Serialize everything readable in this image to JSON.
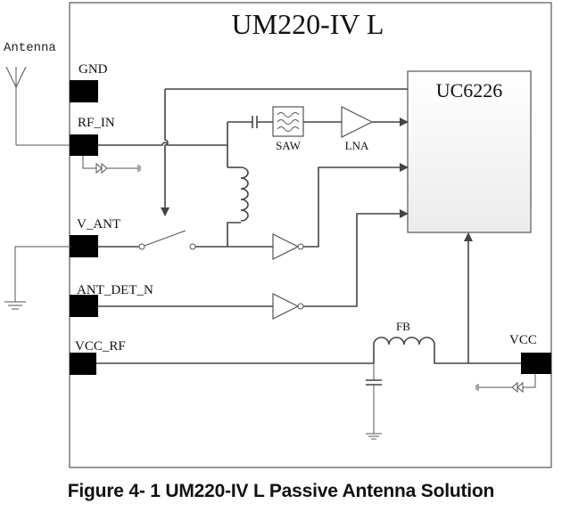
{
  "module": {
    "title": "UM220-IV L"
  },
  "chip": {
    "name": "UC6226"
  },
  "antenna": {
    "label": "Antenna"
  },
  "pins": {
    "gnd": "GND",
    "rf_in": "RF_IN",
    "v_ant": "V_ANT",
    "ant_det_n": "ANT_DET_N",
    "vcc_rf": "VCC_RF",
    "vcc": "VCC"
  },
  "components": {
    "saw": "SAW",
    "lna": "LNA",
    "fb": "FB"
  },
  "caption": "Figure 4- 1 UM220-IV L Passive Antenna Solution"
}
